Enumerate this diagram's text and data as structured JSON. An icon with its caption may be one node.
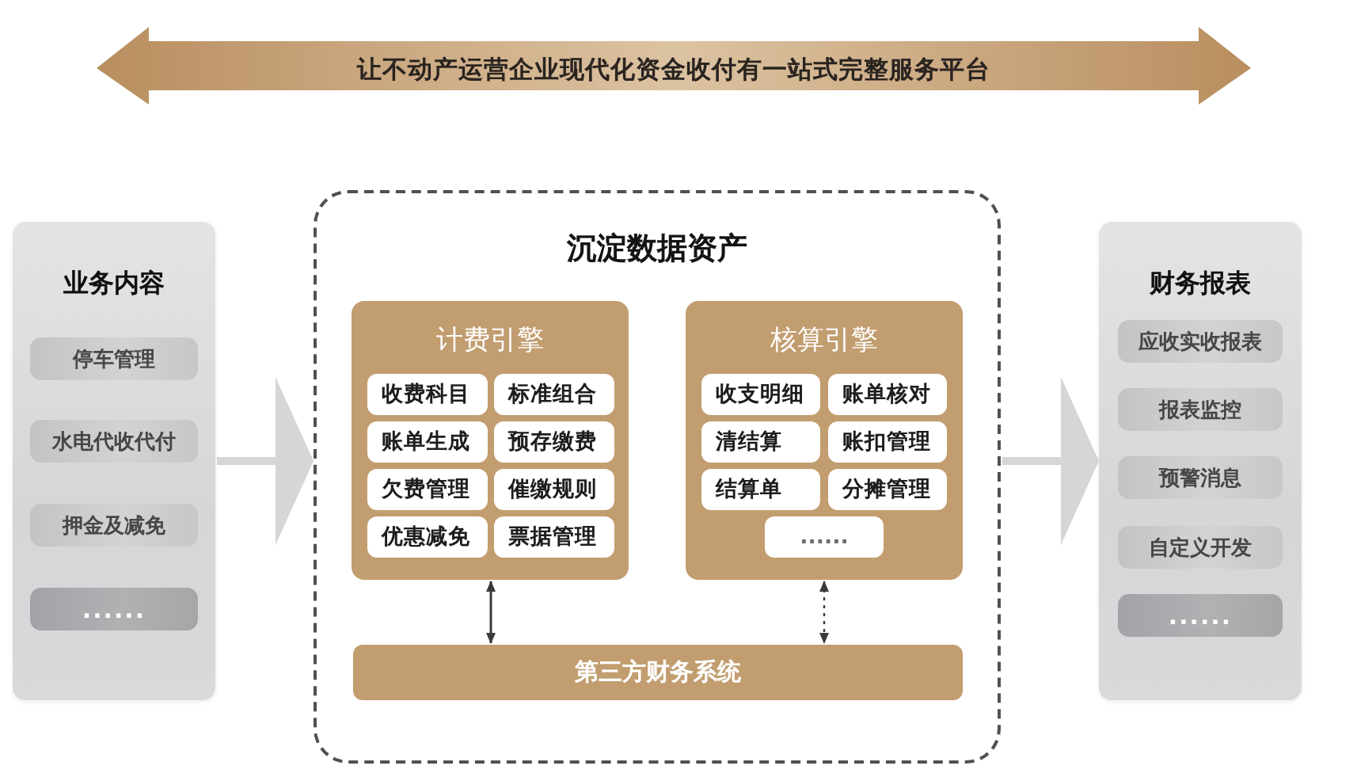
{
  "diagram": {
    "nodes": [
      {
        "text": [
          "让不动产运营企业现代化资金收付有一站式完整服务平台"
        ]
      },
      {
        "text": [
          "业务内容"
        ]
      },
      {
        "text": [
          "停车管理"
        ],
        "in": 1
      },
      {
        "text": [
          "水电代收代付"
        ],
        "in": 1
      },
      {
        "text": [
          "押金及减免"
        ],
        "in": 1
      },
      {
        "text": [
          "......"
        ],
        "in": 1
      },
      {
        "text": [
          "沉淀数据资产"
        ]
      },
      {
        "text": [
          "计费引擎"
        ],
        "in": 6
      },
      {
        "text": [
          "收费科目"
        ],
        "in": 7
      },
      {
        "text": [
          "标准组合"
        ],
        "in": 7
      },
      {
        "text": [
          "账单生成"
        ],
        "in": 7
      },
      {
        "text": [
          "预存缴费"
        ],
        "in": 7
      },
      {
        "text": [
          "欠费管理"
        ],
        "in": 7
      },
      {
        "text": [
          "催缴规则"
        ],
        "in": 7
      },
      {
        "text": [
          "优惠减免"
        ],
        "in": 7
      },
      {
        "text": [
          "票据管理"
        ],
        "in": 7
      },
      {
        "text": [
          "核算引擎"
        ],
        "in": 6
      },
      {
        "text": [
          "收支明细"
        ],
        "in": 16
      },
      {
        "text": [
          "账单核对"
        ],
        "in": 16
      },
      {
        "text": [
          "清结算"
        ],
        "in": 16
      },
      {
        "text": [
          "账扣管理"
        ],
        "in": 16
      },
      {
        "text": [
          "结算单"
        ],
        "in": 16
      },
      {
        "text": [
          "分摊管理"
        ],
        "in": 16
      },
      {
        "text": [
          "......"
        ],
        "in": 16
      },
      {
        "text": [
          "第三方财务系统"
        ],
        "in": 6
      },
      {
        "text": [
          "财务报表"
        ]
      },
      {
        "text": [
          "应收实收报表"
        ],
        "in": 25
      },
      {
        "text": [
          "报表监控"
        ],
        "in": 25
      },
      {
        "text": [
          "预警消息"
        ],
        "in": 25
      },
      {
        "text": [
          "自定义开发"
        ],
        "in": 25
      },
      {
        "text": [
          "......"
        ],
        "in": 25
      }
    ],
    "edges": [
      {
        "from": 1,
        "to": 6,
        "arrow": "to",
        "style": "thick",
        "color": "#d6d6d8"
      },
      {
        "from": 6,
        "to": 25,
        "arrow": "to",
        "style": "thick",
        "color": "#d6d6d8"
      },
      {
        "from": 7,
        "to": 24,
        "arrow": "both",
        "color": "#3a3a3a"
      },
      {
        "from": 16,
        "to": 24,
        "arrow": "both",
        "style": "dashed",
        "color": "#3a3a3a"
      }
    ]
  }
}
